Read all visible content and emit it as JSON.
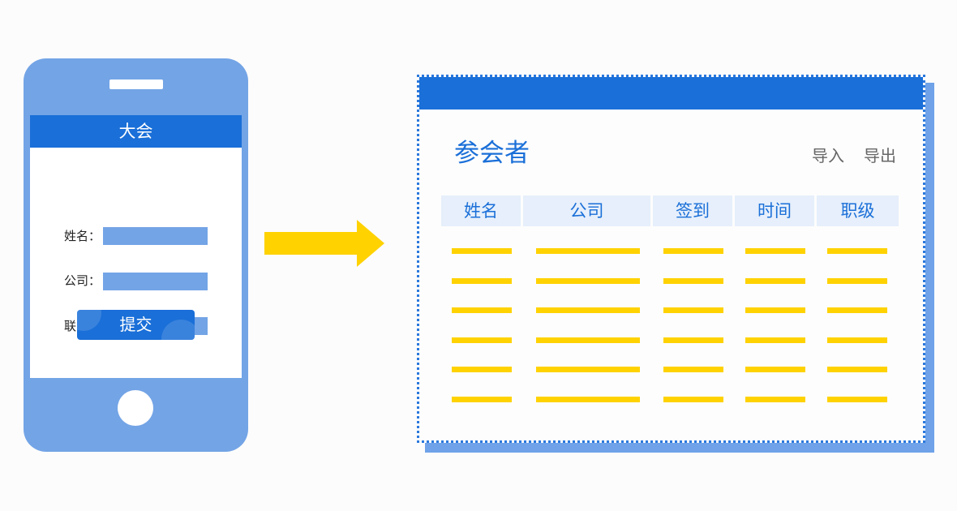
{
  "form": {
    "title": "大会",
    "fields": [
      {
        "label": "姓名："
      },
      {
        "label": "公司："
      },
      {
        "label": "联系方式："
      }
    ],
    "submit_label": "提交"
  },
  "table": {
    "title": "参会者",
    "actions": [
      "导入",
      "导出"
    ],
    "columns": [
      "姓名",
      "公司",
      "签到",
      "时间",
      "职级"
    ],
    "placeholder_row_count": 6
  },
  "colors": {
    "phone_body": "#73a4e6",
    "primary_blue": "#1a6fd8",
    "arrow_yellow": "#ffd200",
    "header_cell_bg": "#e6effb"
  }
}
